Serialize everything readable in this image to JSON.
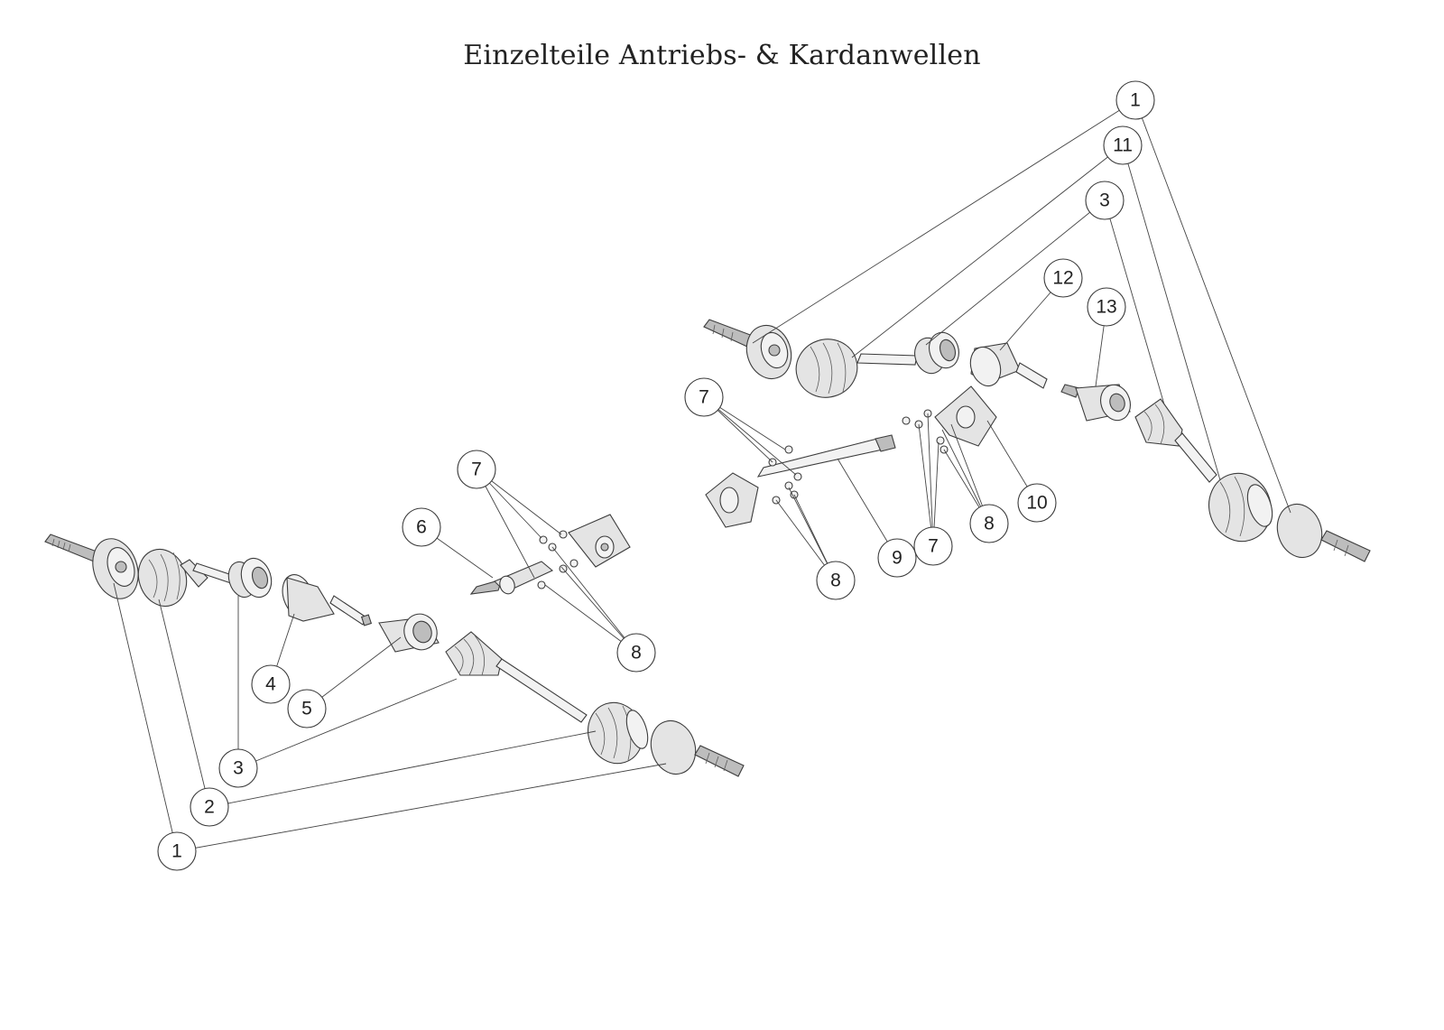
{
  "title": "Einzelteile Antriebs- & Kardanwellen",
  "callouts": {
    "left": {
      "c1": "1",
      "c2": "2",
      "c3": "3",
      "c4": "4",
      "c5": "5",
      "c6": "6",
      "c7": "7",
      "c8": "8"
    },
    "right": {
      "c1": "1",
      "c11": "11",
      "c3": "3",
      "c12": "12",
      "c13": "13",
      "c7a": "7",
      "c7b": "7",
      "c8a": "8",
      "c8b": "8",
      "c9": "9",
      "c10": "10"
    }
  }
}
